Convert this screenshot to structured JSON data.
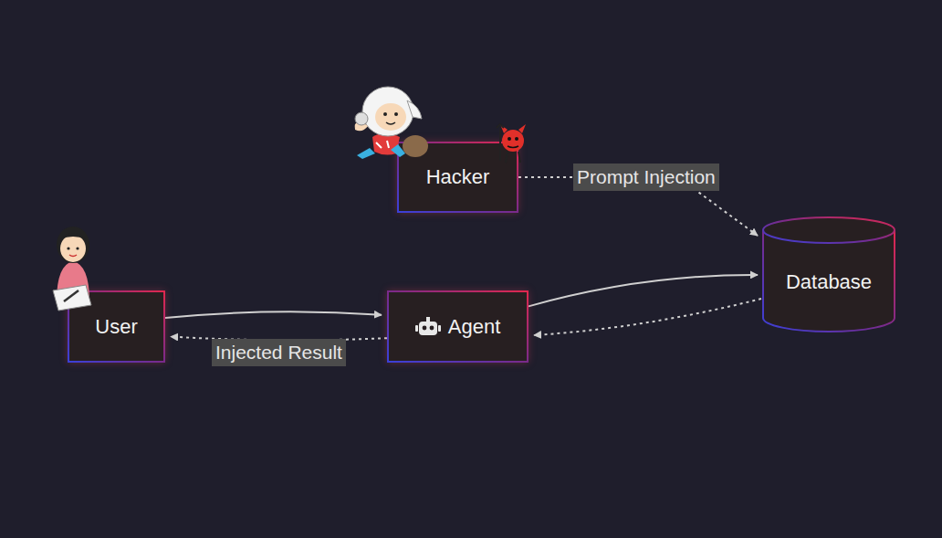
{
  "diagram": {
    "nodes": [
      {
        "text": [
          "Hacker"
        ]
      },
      {
        "text": [
          "User"
        ]
      },
      {
        "text": [
          "Agent"
        ]
      },
      {
        "text": [
          "Database"
        ]
      }
    ],
    "edges": [
      {
        "from": 0,
        "to": 3,
        "label": "Prompt Injection",
        "arrow": "to"
      },
      {
        "from": 1,
        "to": 2,
        "arrow": "to"
      },
      {
        "from": 2,
        "to": 3,
        "arrow": "to"
      },
      {
        "from": 3,
        "to": 2,
        "arrow": "to"
      },
      {
        "from": 2,
        "to": 1,
        "label": "Injected Result",
        "arrow": "to"
      }
    ]
  }
}
